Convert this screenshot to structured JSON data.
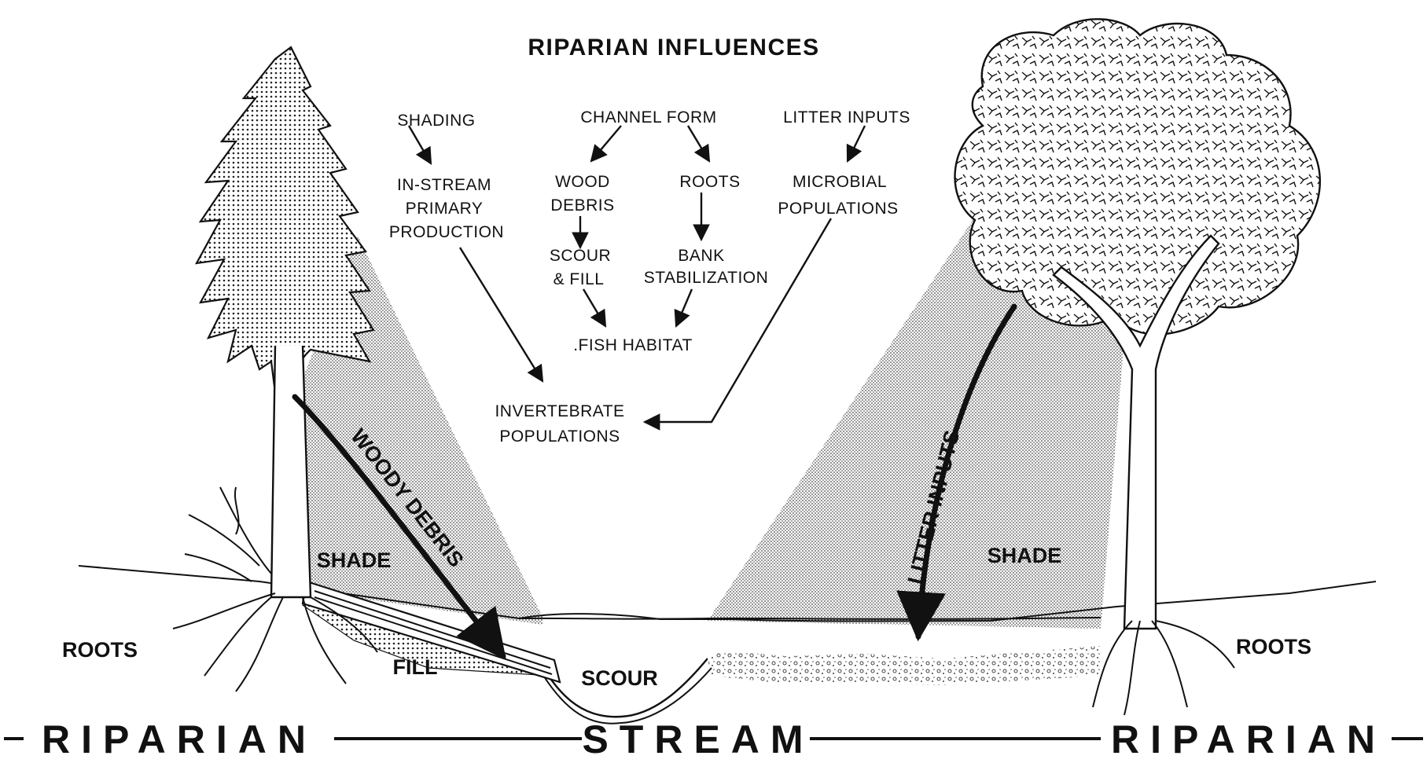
{
  "title": "RIPARIAN INFLUENCES",
  "flow": {
    "shading": "SHADING",
    "channel_form": "CHANNEL FORM",
    "litter_inputs": "LITTER INPUTS",
    "instream_1": "IN-STREAM",
    "instream_2": "PRIMARY",
    "instream_3": "PRODUCTION",
    "wood_1": "WOOD",
    "wood_2": "DEBRIS",
    "roots": "ROOTS",
    "microbial_1": "MICROBIAL",
    "microbial_2": "POPULATIONS",
    "scour_1": "SCOUR",
    "scour_2": "& FILL",
    "bank_1": "BANK",
    "bank_2": "STABILIZATION",
    "fish": ".FISH HABITAT",
    "invert_1": "INVERTEBRATE",
    "invert_2": "POPULATIONS"
  },
  "scene": {
    "woody_debris": "WOODY DEBRIS",
    "litter_inputs": "LITTER INPUTS",
    "shade_left": "SHADE",
    "shade_right": "SHADE",
    "fill": "FILL",
    "scour": "SCOUR",
    "roots_left": "ROOTS",
    "roots_right": "ROOTS"
  },
  "zones": {
    "left": "RIPARIAN",
    "center": "STREAM",
    "right": "RIPARIAN"
  }
}
